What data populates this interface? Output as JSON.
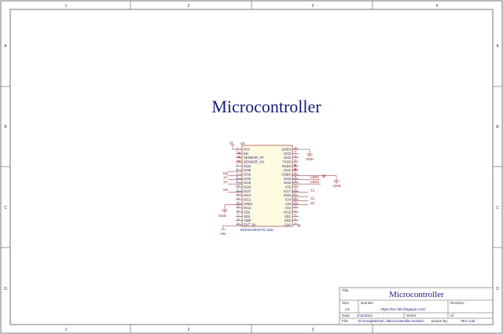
{
  "sheet": {
    "title": "Microcontroller",
    "col_labels": [
      "1",
      "2",
      "3",
      "4"
    ],
    "row_labels": [
      "A",
      "B",
      "C",
      "D"
    ]
  },
  "component": {
    "ref": "U4",
    "value": "ESP32-DEVKITC-32D",
    "left_pins": [
      {
        "num": "1",
        "name": "3V3"
      },
      {
        "num": "2",
        "name": "EN"
      },
      {
        "num": "3",
        "name": "SENSOR_VP"
      },
      {
        "num": "4",
        "name": "SENSOR_VN"
      },
      {
        "num": "5",
        "name": "IO34"
      },
      {
        "num": "6",
        "name": "IO35"
      },
      {
        "num": "7",
        "name": "IO32"
      },
      {
        "num": "8",
        "name": "IO33"
      },
      {
        "num": "9",
        "name": "IO25"
      },
      {
        "num": "10",
        "name": "IO26"
      },
      {
        "num": "11",
        "name": "IO27"
      },
      {
        "num": "12",
        "name": "IO14"
      },
      {
        "num": "13",
        "name": "IO12"
      },
      {
        "num": "14",
        "name": "GND1"
      },
      {
        "num": "15",
        "name": "IO13"
      },
      {
        "num": "16",
        "name": "SD2"
      },
      {
        "num": "17",
        "name": "SD3"
      },
      {
        "num": "18",
        "name": "CMD"
      },
      {
        "num": "19",
        "name": "EXT_5V"
      }
    ],
    "right_pins": [
      {
        "num": "38",
        "name": "GND3"
      },
      {
        "num": "37",
        "name": "IO23"
      },
      {
        "num": "36",
        "name": "IO22"
      },
      {
        "num": "35",
        "name": "TXD0"
      },
      {
        "num": "34",
        "name": "RXD0"
      },
      {
        "num": "33",
        "name": "IO21"
      },
      {
        "num": "32",
        "name": "GND2"
      },
      {
        "num": "31",
        "name": "IO19"
      },
      {
        "num": "30",
        "name": "IO18"
      },
      {
        "num": "29",
        "name": "IO5"
      },
      {
        "num": "28",
        "name": "IO17"
      },
      {
        "num": "27",
        "name": "IO16"
      },
      {
        "num": "26",
        "name": "IO4"
      },
      {
        "num": "25",
        "name": "IO0"
      },
      {
        "num": "24",
        "name": "IO2"
      },
      {
        "num": "23",
        "name": "IO15"
      },
      {
        "num": "22",
        "name": "SD1"
      },
      {
        "num": "21",
        "name": "SD0"
      },
      {
        "num": "20",
        "name": "CLK"
      }
    ]
  },
  "nets": {
    "plus3v": "+3",
    "gnd_a": "GND",
    "gnd_b": "GND",
    "gnd_c": "GND",
    "vin": "VIN",
    "ok": "OK",
    "eq": "EQ",
    "one_a": "1A",
    "two_a": "2A",
    "led1": "LED1",
    "led2": "LED2",
    "t1": "T1",
    "s1": "S1",
    "s2": "S2"
  },
  "title_block": {
    "title_label": "Title",
    "title": "Microcontroller",
    "size_label": "Size",
    "size": "A4",
    "number_label": "Number",
    "number": "https://tec-lab.blogspot.com/",
    "revision_label": "Revision",
    "date_label": "Date:",
    "date": "2/11/2021",
    "sheet_label": "Sheet",
    "of_label": "of",
    "file_label": "File:",
    "file": "D:\\GoogleDrive\\..\\Microcontroller.SchDoc",
    "drawn_label": "Drawn By:",
    "drawn": "TEC-Lab"
  }
}
